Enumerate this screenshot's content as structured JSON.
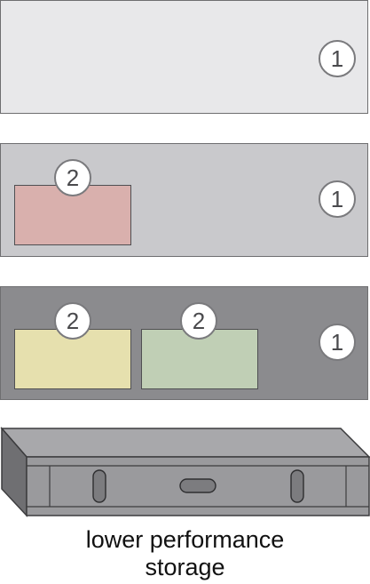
{
  "tiers": [
    {
      "badge": "1",
      "fill": "#e8e8ea",
      "sub_boxes": []
    },
    {
      "badge": "1",
      "fill": "#c9c9cc",
      "sub_boxes": [
        {
          "badge": "2",
          "fill": "#d9b0ad"
        }
      ]
    },
    {
      "badge": "1",
      "fill": "#8b8b8e",
      "sub_boxes": [
        {
          "badge": "2",
          "fill": "#e6e0ae"
        },
        {
          "badge": "2",
          "fill": "#c0cfb5"
        }
      ]
    }
  ],
  "storage": {
    "caption_line1": "lower performance",
    "caption_line2": "storage"
  }
}
